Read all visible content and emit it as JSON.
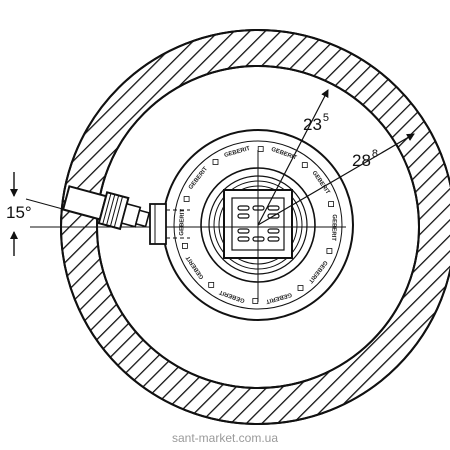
{
  "dimensions": {
    "inner_radius": {
      "main": "23",
      "sup": "5"
    },
    "outer_radius": {
      "main": "28",
      "sup": "8"
    },
    "angle": "15°"
  },
  "brand_mark": "GEBERIT",
  "watermark": "sant-market.com.ua",
  "colors": {
    "line": "#111111",
    "background": "#ffffff",
    "watermark": "#9a9a9a"
  }
}
